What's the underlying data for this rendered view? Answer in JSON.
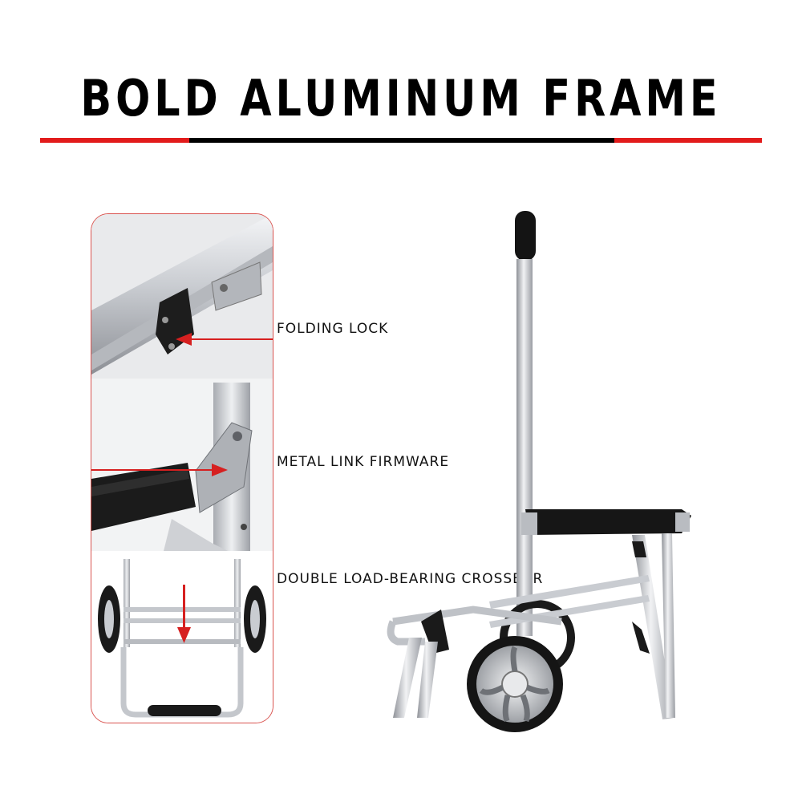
{
  "header": {
    "title": "BOLD ALUMINUM FRAME",
    "accent_color": "#e21b1b"
  },
  "callouts": [
    {
      "label": "FOLDING LOCK"
    },
    {
      "label": "METAL LINK FIRMWARE"
    },
    {
      "label": "DOUBLE LOAD-BEARING CROSSBAR"
    }
  ],
  "colors": {
    "frame": "#c9ccd1",
    "frame_shadow": "#8d9096",
    "seat": "#1a1a1a",
    "arrow": "#d62020"
  }
}
